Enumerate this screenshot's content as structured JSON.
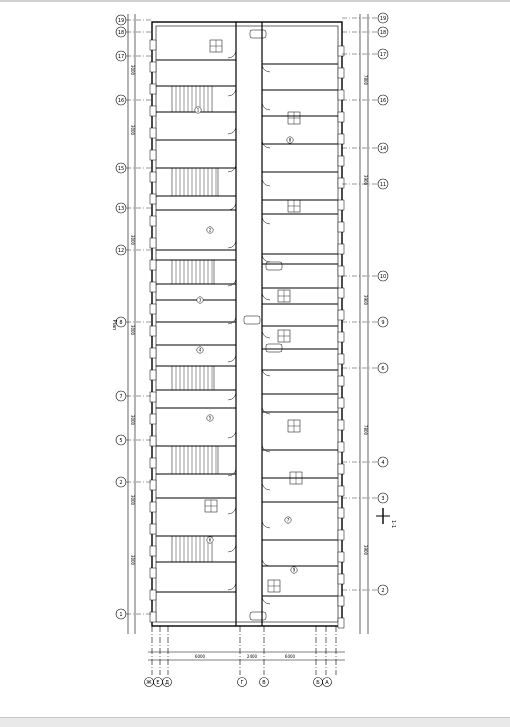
{
  "drawing": {
    "plan_title": "Plan",
    "section_marker": "1-1",
    "axis_bubbles_left": [
      "19",
      "18",
      "17",
      "16",
      "15",
      "13",
      "12",
      "8",
      "7",
      "5",
      "2",
      "1"
    ],
    "axis_bubbles_right": [
      "19",
      "18",
      "17",
      "16",
      "14",
      "11",
      "10",
      "9",
      "6",
      "4",
      "3",
      "2"
    ],
    "axis_bubbles_bottom": [
      "Ж",
      "Е",
      "Д",
      "Г",
      "В",
      "Б",
      "А"
    ],
    "room_numbers": [
      "1",
      "2",
      "3",
      "4",
      "5",
      "6",
      "7",
      "8",
      "9"
    ],
    "dim_labels_left": [
      "3000",
      "3000",
      "3000",
      "3000",
      "3000",
      "3000",
      "3000"
    ],
    "dim_labels_right": [
      "7800",
      "3900",
      "3900",
      "7800",
      "3900"
    ],
    "dim_labels_bottom": [
      "6000",
      "2400",
      "6000"
    ]
  },
  "colors": {
    "line": "#000000",
    "paper": "#ffffff",
    "hatch": "#555555"
  }
}
